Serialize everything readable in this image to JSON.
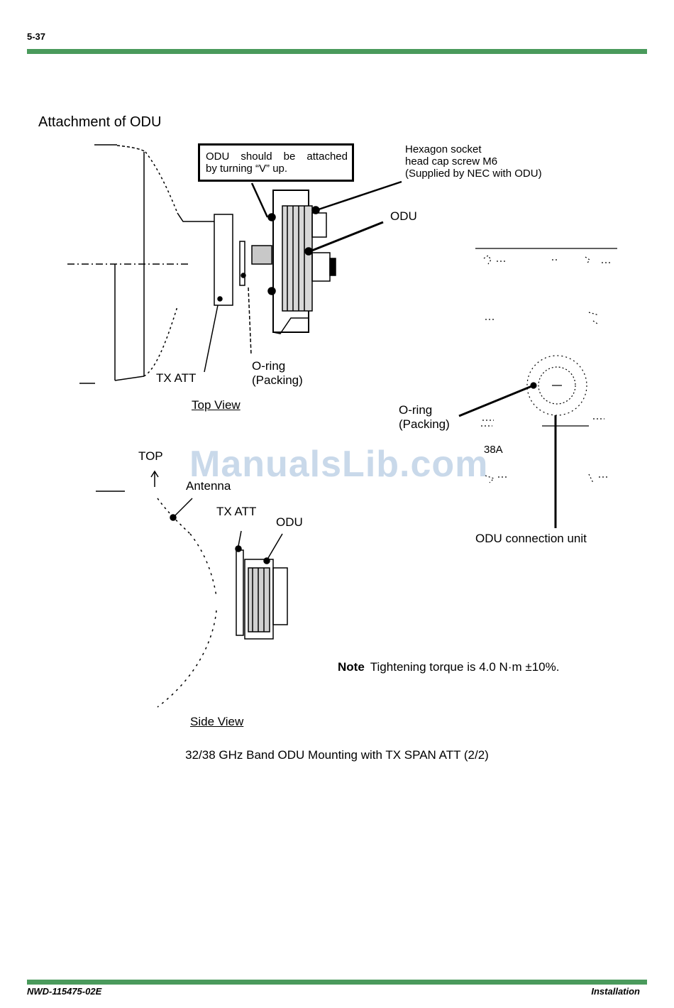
{
  "header": {
    "page_number": "5-37"
  },
  "section": {
    "title": "Attachment of ODU"
  },
  "callout": {
    "line1_words": [
      "ODU",
      "should",
      "be",
      "attached"
    ],
    "line2": "by turning “V” up."
  },
  "labels": {
    "hexagon": [
      "Hexagon socket",
      "head cap screw M6",
      "(Supplied by NEC with ODU)"
    ],
    "odu_top": "ODU",
    "tx_att_top": "TX ATT",
    "oring_top": [
      "O-ring",
      "(Packing)"
    ],
    "top_view": "Top View",
    "oring_right": [
      "O-ring",
      "(Packing)"
    ],
    "band_38a": "38A",
    "top_arrow": "TOP",
    "antenna": "Antenna",
    "tx_att_side": "TX ATT",
    "odu_side": "ODU",
    "odu_connection_unit": "ODU connection unit",
    "side_view": "Side View"
  },
  "watermark": "ManualsLib.com",
  "note": {
    "label": "Note",
    "text": "Tightening torque is 4.0 N·m ±10%."
  },
  "caption": "32/38 GHz Band ODU Mounting with TX SPAN ATT (2/2)",
  "footer": {
    "doc_id": "NWD-115475-02E",
    "section": "Installation"
  },
  "colors": {
    "rule": "#4a9a5c",
    "watermark": "#c9d9ea"
  }
}
